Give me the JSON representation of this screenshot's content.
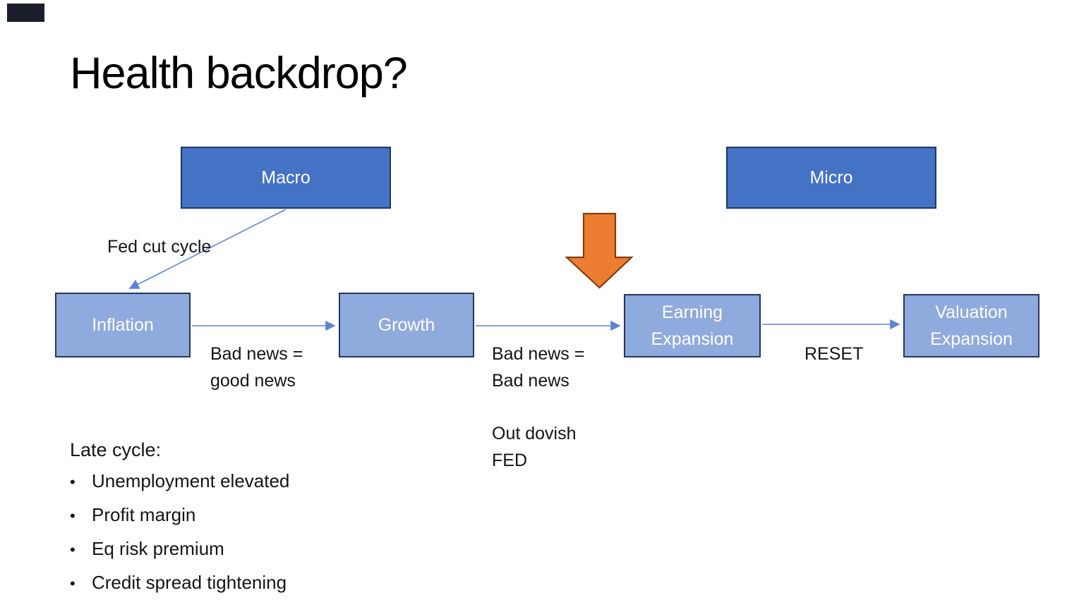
{
  "slide": {
    "title": "Health backdrop?"
  },
  "colors": {
    "box_dark_fill": "#4472C4",
    "box_dark_border": "#1F3864",
    "box_light_fill": "#8FAADC",
    "box_light_border": "#24365D",
    "connector": "#5B84D6",
    "arrow_orange_fill": "#ED7D31",
    "arrow_orange_border": "#843C0C",
    "text": "#141414",
    "corner_mark": "#1A1F2B"
  },
  "diagram": {
    "macro": "Macro",
    "micro": "Micro",
    "inflation": "Inflation",
    "growth": "Growth",
    "earning_lines": [
      "Earning",
      "Expansion"
    ],
    "valuation_lines": [
      "Valuation",
      "Expansion"
    ],
    "fed_cut_cycle": "Fed cut cycle",
    "bad_news_good": [
      "Bad news =",
      "good news"
    ],
    "bad_news_bad": [
      "Bad news =",
      "Bad news"
    ],
    "out_dovish": [
      "Out dovish",
      "FED"
    ],
    "reset": "RESET"
  },
  "notes": {
    "heading": "Late cycle:",
    "bullet_char": "•",
    "bullets": [
      "Unemployment elevated",
      "Profit margin",
      "Eq risk premium",
      "Credit spread tightening"
    ]
  }
}
